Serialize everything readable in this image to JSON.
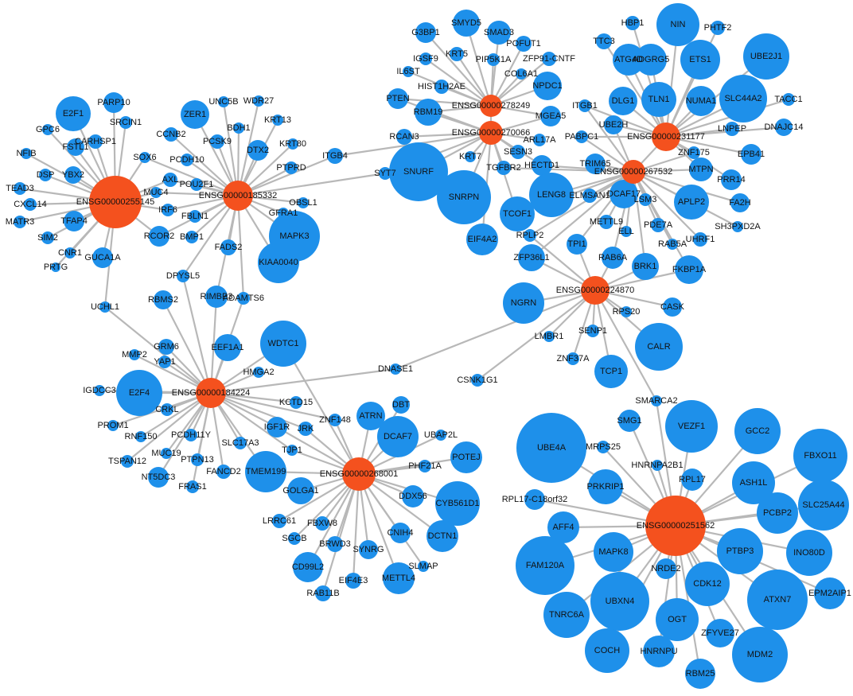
{
  "colors": {
    "gene": "#1e90ea",
    "hub": "#f4511e",
    "edge": "#b8b8b8",
    "text": "#111111"
  },
  "hubs": [
    {
      "id": "ENSG00000255145"
    },
    {
      "id": "ENSG00000185332"
    },
    {
      "id": "ENSG00000278249"
    },
    {
      "id": "ENSG00000270066"
    },
    {
      "id": "ENSG00000231177"
    },
    {
      "id": "ENSG00000267532"
    },
    {
      "id": "ENSG00000224870"
    },
    {
      "id": "ENSG00000184224"
    },
    {
      "id": "ENSG00000268001"
    },
    {
      "id": "ENSG00000251562"
    }
  ],
  "genes": [
    {
      "label": "E2F1",
      "hubs": [
        "ENSG00000255145"
      ]
    },
    {
      "label": "PARP10",
      "hubs": [
        "ENSG00000255145"
      ]
    },
    {
      "label": "SRCIN1",
      "hubs": [
        "ENSG00000255145"
      ]
    },
    {
      "label": "GPC6",
      "hubs": [
        "ENSG00000255145"
      ]
    },
    {
      "label": "FSTL1",
      "hubs": [
        "ENSG00000255145"
      ]
    },
    {
      "label": "CARHSP1",
      "hubs": [
        "ENSG00000255145"
      ]
    },
    {
      "label": "NFIB",
      "hubs": [
        "ENSG00000255145"
      ]
    },
    {
      "label": "DSP",
      "hubs": [
        "ENSG00000255145"
      ]
    },
    {
      "label": "YBX2",
      "hubs": [
        "ENSG00000255145"
      ]
    },
    {
      "label": "TEAD3",
      "hubs": [
        "ENSG00000255145"
      ]
    },
    {
      "label": "CXCL14",
      "hubs": [
        "ENSG00000255145"
      ]
    },
    {
      "label": "MATR3",
      "hubs": [
        "ENSG00000255145"
      ]
    },
    {
      "label": "TFAP4",
      "hubs": [
        "ENSG00000255145"
      ]
    },
    {
      "label": "SIM2",
      "hubs": [
        "ENSG00000255145"
      ]
    },
    {
      "label": "CNR1",
      "hubs": [
        "ENSG00000255145"
      ]
    },
    {
      "label": "PRTG",
      "hubs": [
        "ENSG00000255145"
      ]
    },
    {
      "label": "GUCA1A",
      "hubs": [
        "ENSG00000255145"
      ]
    },
    {
      "label": "UCHL1",
      "hubs": [
        "ENSG00000255145",
        "ENSG00000184224"
      ]
    },
    {
      "label": "SOX6",
      "hubs": [
        "ENSG00000255145",
        "ENSG00000185332"
      ]
    },
    {
      "label": "MUC4",
      "hubs": [
        "ENSG00000255145",
        "ENSG00000185332"
      ]
    },
    {
      "label": "AXL",
      "hubs": [
        "ENSG00000255145",
        "ENSG00000185332"
      ]
    },
    {
      "label": "IRF6",
      "hubs": [
        "ENSG00000255145",
        "ENSG00000185332"
      ]
    },
    {
      "label": "RCOR2",
      "hubs": [
        "ENSG00000255145",
        "ENSG00000185332"
      ]
    },
    {
      "label": "CCNB2",
      "hubs": [
        "ENSG00000185332"
      ]
    },
    {
      "label": "PCDH10",
      "hubs": [
        "ENSG00000185332"
      ]
    },
    {
      "label": "ZER1",
      "hubs": [
        "ENSG00000185332"
      ]
    },
    {
      "label": "UNC5B",
      "hubs": [
        "ENSG00000185332"
      ]
    },
    {
      "label": "WDR27",
      "hubs": [
        "ENSG00000185332"
      ]
    },
    {
      "label": "BDH1",
      "hubs": [
        "ENSG00000185332"
      ]
    },
    {
      "label": "KRT13",
      "hubs": [
        "ENSG00000185332"
      ]
    },
    {
      "label": "PCSK9",
      "hubs": [
        "ENSG00000185332"
      ]
    },
    {
      "label": "DTX2",
      "hubs": [
        "ENSG00000185332"
      ]
    },
    {
      "label": "KRT80",
      "hubs": [
        "ENSG00000185332"
      ]
    },
    {
      "label": "POU2F1",
      "hubs": [
        "ENSG00000185332"
      ]
    },
    {
      "label": "FBLN1",
      "hubs": [
        "ENSG00000185332"
      ]
    },
    {
      "label": "BMP1",
      "hubs": [
        "ENSG00000185332"
      ]
    },
    {
      "label": "ITGB4",
      "hubs": [
        "ENSG00000185332",
        "ENSG00000270066"
      ]
    },
    {
      "label": "SYT7",
      "hubs": [
        "ENSG00000185332",
        "ENSG00000270066"
      ]
    },
    {
      "label": "PTPRD",
      "hubs": [
        "ENSG00000185332"
      ]
    },
    {
      "label": "OBSL1",
      "hubs": [
        "ENSG00000185332"
      ]
    },
    {
      "label": "GFRA1",
      "hubs": [
        "ENSG00000185332"
      ]
    },
    {
      "label": "FADS2",
      "hubs": [
        "ENSG00000185332"
      ]
    },
    {
      "label": "MAPK3",
      "hubs": [
        "ENSG00000185332"
      ]
    },
    {
      "label": "KIAA0040",
      "hubs": [
        "ENSG00000185332"
      ]
    },
    {
      "label": "DPYSL5",
      "hubs": [
        "ENSG00000185332",
        "ENSG00000184224"
      ]
    },
    {
      "label": "RIMBP3",
      "hubs": [
        "ENSG00000185332",
        "ENSG00000184224"
      ]
    },
    {
      "label": "ADAMTS6",
      "hubs": [
        "ENSG00000185332",
        "ENSG00000184224"
      ]
    },
    {
      "label": "RBMS2",
      "hubs": [
        "ENSG00000184224"
      ]
    },
    {
      "label": "G3BP1",
      "hubs": [
        "ENSG00000278249"
      ]
    },
    {
      "label": "SMYD5",
      "hubs": [
        "ENSG00000278249"
      ]
    },
    {
      "label": "SMAD3",
      "hubs": [
        "ENSG00000278249"
      ]
    },
    {
      "label": "POFUT1",
      "hubs": [
        "ENSG00000278249"
      ]
    },
    {
      "label": "IGSF9",
      "hubs": [
        "ENSG00000278249"
      ]
    },
    {
      "label": "KRT5",
      "hubs": [
        "ENSG00000278249"
      ]
    },
    {
      "label": "PIP5K1A",
      "hubs": [
        "ENSG00000278249"
      ]
    },
    {
      "label": "ZFP91-CNTF",
      "hubs": [
        "ENSG00000278249"
      ]
    },
    {
      "label": "IL6ST",
      "hubs": [
        "ENSG00000278249"
      ]
    },
    {
      "label": "COL6A1",
      "hubs": [
        "ENSG00000278249"
      ]
    },
    {
      "label": "HIST1H2AE",
      "hubs": [
        "ENSG00000278249"
      ]
    },
    {
      "label": "NPDC1",
      "hubs": [
        "ENSG00000278249"
      ]
    },
    {
      "label": "PTEN",
      "hubs": [
        "ENSG00000278249",
        "ENSG00000270066"
      ]
    },
    {
      "label": "RBM19",
      "hubs": [
        "ENSG00000278249",
        "ENSG00000270066"
      ]
    },
    {
      "label": "MGEA5",
      "hubs": [
        "ENSG00000278249",
        "ENSG00000270066"
      ]
    },
    {
      "label": "RCAN3",
      "hubs": [
        "ENSG00000270066"
      ]
    },
    {
      "label": "ARL17A",
      "hubs": [
        "ENSG00000270066"
      ]
    },
    {
      "label": "SESN3",
      "hubs": [
        "ENSG00000270066"
      ]
    },
    {
      "label": "KRT7",
      "hubs": [
        "ENSG00000270066"
      ]
    },
    {
      "label": "SNURF",
      "hubs": [
        "ENSG00000270066"
      ]
    },
    {
      "label": "SNRPN",
      "hubs": [
        "ENSG00000270066"
      ]
    },
    {
      "label": "TGFBR2",
      "hubs": [
        "ENSG00000270066",
        "ENSG00000267532"
      ]
    },
    {
      "label": "HECTD1",
      "hubs": [
        "ENSG00000270066",
        "ENSG00000267532"
      ]
    },
    {
      "label": "TCOF1",
      "hubs": [
        "ENSG00000270066",
        "ENSG00000267532"
      ]
    },
    {
      "label": "EIF4A2",
      "hubs": [
        "ENSG00000270066"
      ]
    },
    {
      "label": "HBP1",
      "hubs": [
        "ENSG00000231177"
      ]
    },
    {
      "label": "NIN",
      "hubs": [
        "ENSG00000231177"
      ]
    },
    {
      "label": "PHTF2",
      "hubs": [
        "ENSG00000231177"
      ]
    },
    {
      "label": "TTC3",
      "hubs": [
        "ENSG00000231177"
      ]
    },
    {
      "label": "ATG4D",
      "hubs": [
        "ENSG00000231177"
      ]
    },
    {
      "label": "ADGRG5",
      "hubs": [
        "ENSG00000231177"
      ]
    },
    {
      "label": "ETS1",
      "hubs": [
        "ENSG00000231177"
      ]
    },
    {
      "label": "UBE2J1",
      "hubs": [
        "ENSG00000231177"
      ]
    },
    {
      "label": "DLG1",
      "hubs": [
        "ENSG00000231177"
      ]
    },
    {
      "label": "TLN1",
      "hubs": [
        "ENSG00000231177"
      ]
    },
    {
      "label": "NUMA1",
      "hubs": [
        "ENSG00000231177"
      ]
    },
    {
      "label": "SLC44A2",
      "hubs": [
        "ENSG00000231177"
      ]
    },
    {
      "label": "TACC1",
      "hubs": [
        "ENSG00000231177"
      ]
    },
    {
      "label": "LNPEP",
      "hubs": [
        "ENSG00000231177"
      ]
    },
    {
      "label": "DNAJC14",
      "hubs": [
        "ENSG00000231177"
      ]
    },
    {
      "label": "EPB41",
      "hubs": [
        "ENSG00000231177"
      ]
    },
    {
      "label": "ITGB1",
      "hubs": [
        "ENSG00000231177",
        "ENSG00000267532"
      ]
    },
    {
      "label": "UBE2H",
      "hubs": [
        "ENSG00000231177",
        "ENSG00000267532"
      ]
    },
    {
      "label": "PABPC1",
      "hubs": [
        "ENSG00000231177",
        "ENSG00000267532"
      ]
    },
    {
      "label": "ZNF175",
      "hubs": [
        "ENSG00000231177",
        "ENSG00000267532"
      ]
    },
    {
      "label": "MTPN",
      "hubs": [
        "ENSG00000231177",
        "ENSG00000267532"
      ]
    },
    {
      "label": "PRR14",
      "hubs": [
        "ENSG00000231177"
      ]
    },
    {
      "label": "TRIM65",
      "hubs": [
        "ENSG00000267532"
      ]
    },
    {
      "label": "LENG8",
      "hubs": [
        "ENSG00000267532"
      ]
    },
    {
      "label": "ELMSAN1",
      "hubs": [
        "ENSG00000267532"
      ]
    },
    {
      "label": "DCAF17",
      "hubs": [
        "ENSG00000267532"
      ]
    },
    {
      "label": "LSM3",
      "hubs": [
        "ENSG00000267532"
      ]
    },
    {
      "label": "APLP2",
      "hubs": [
        "ENSG00000267532"
      ]
    },
    {
      "label": "FA2H",
      "hubs": [
        "ENSG00000267532"
      ]
    },
    {
      "label": "SH3PXD2A",
      "hubs": [
        "ENSG00000267532"
      ]
    },
    {
      "label": "METTL9",
      "hubs": [
        "ENSG00000267532"
      ]
    },
    {
      "label": "ELL",
      "hubs": [
        "ENSG00000267532"
      ]
    },
    {
      "label": "PDE7A",
      "hubs": [
        "ENSG00000267532"
      ]
    },
    {
      "label": "RAB5A",
      "hubs": [
        "ENSG00000267532"
      ]
    },
    {
      "label": "UHRF1",
      "hubs": [
        "ENSG00000267532"
      ]
    },
    {
      "label": "RPLP2",
      "hubs": [
        "ENSG00000267532",
        "ENSG00000224870"
      ]
    },
    {
      "label": "TPI1",
      "hubs": [
        "ENSG00000267532",
        "ENSG00000224870"
      ]
    },
    {
      "label": "ZFP36L1",
      "hubs": [
        "ENSG00000267532",
        "ENSG00000224870"
      ]
    },
    {
      "label": "RAB6A",
      "hubs": [
        "ENSG00000267532",
        "ENSG00000224870"
      ]
    },
    {
      "label": "BRK1",
      "hubs": [
        "ENSG00000267532",
        "ENSG00000224870"
      ]
    },
    {
      "label": "FKBP1A",
      "hubs": [
        "ENSG00000267532",
        "ENSG00000224870"
      ]
    },
    {
      "label": "NGRN",
      "hubs": [
        "ENSG00000224870"
      ]
    },
    {
      "label": "RPS20",
      "hubs": [
        "ENSG00000224870"
      ]
    },
    {
      "label": "CASK",
      "hubs": [
        "ENSG00000224870"
      ]
    },
    {
      "label": "LMBR1",
      "hubs": [
        "ENSG00000224870"
      ]
    },
    {
      "label": "SENP1",
      "hubs": [
        "ENSG00000224870"
      ]
    },
    {
      "label": "ZNF37A",
      "hubs": [
        "ENSG00000224870"
      ]
    },
    {
      "label": "CALR",
      "hubs": [
        "ENSG00000224870"
      ]
    },
    {
      "label": "TCP1",
      "hubs": [
        "ENSG00000224870"
      ]
    },
    {
      "label": "CSNK1G1",
      "hubs": [
        "ENSG00000224870"
      ]
    },
    {
      "label": "SMARCA2",
      "hubs": [
        "ENSG00000224870",
        "ENSG00000251562"
      ]
    },
    {
      "label": "GRM6",
      "hubs": [
        "ENSG00000184224"
      ]
    },
    {
      "label": "EEF1A1",
      "hubs": [
        "ENSG00000184224"
      ]
    },
    {
      "label": "MMP2",
      "hubs": [
        "ENSG00000184224"
      ]
    },
    {
      "label": "YAP1",
      "hubs": [
        "ENSG00000184224"
      ]
    },
    {
      "label": "HMGA2",
      "hubs": [
        "ENSG00000184224"
      ]
    },
    {
      "label": "IGDCC3",
      "hubs": [
        "ENSG00000184224"
      ]
    },
    {
      "label": "E2F4",
      "hubs": [
        "ENSG00000184224"
      ]
    },
    {
      "label": "CRKL",
      "hubs": [
        "ENSG00000184224"
      ]
    },
    {
      "label": "PROM1",
      "hubs": [
        "ENSG00000184224"
      ]
    },
    {
      "label": "RNF150",
      "hubs": [
        "ENSG00000184224"
      ]
    },
    {
      "label": "PCDH11Y",
      "hubs": [
        "ENSG00000184224"
      ]
    },
    {
      "label": "MUC19",
      "hubs": [
        "ENSG00000184224"
      ]
    },
    {
      "label": "TSPAN12",
      "hubs": [
        "ENSG00000184224"
      ]
    },
    {
      "label": "PTPN13",
      "hubs": [
        "ENSG00000184224"
      ]
    },
    {
      "label": "NT5DC3",
      "hubs": [
        "ENSG00000184224"
      ]
    },
    {
      "label": "FRAS1",
      "hubs": [
        "ENSG00000184224"
      ]
    },
    {
      "label": "FANCD2",
      "hubs": [
        "ENSG00000184224"
      ]
    },
    {
      "label": "SLC17A3",
      "hubs": [
        "ENSG00000184224"
      ]
    },
    {
      "label": "KCTD15",
      "hubs": [
        "ENSG00000184224"
      ]
    },
    {
      "label": "WDTC1",
      "hubs": [
        "ENSG00000184224",
        "ENSG00000268001"
      ]
    },
    {
      "label": "DNASE1",
      "hubs": [
        "ENSG00000184224",
        "ENSG00000224870"
      ]
    },
    {
      "label": "IGF1R",
      "hubs": [
        "ENSG00000184224",
        "ENSG00000268001"
      ]
    },
    {
      "label": "ZNF148",
      "hubs": [
        "ENSG00000184224",
        "ENSG00000268001"
      ]
    },
    {
      "label": "JRK",
      "hubs": [
        "ENSG00000184224",
        "ENSG00000268001"
      ]
    },
    {
      "label": "TJP1",
      "hubs": [
        "ENSG00000184224",
        "ENSG00000268001"
      ]
    },
    {
      "label": "TMEM199",
      "hubs": [
        "ENSG00000184224",
        "ENSG00000268001"
      ]
    },
    {
      "label": "ATRN",
      "hubs": [
        "ENSG00000268001"
      ]
    },
    {
      "label": "DBT",
      "hubs": [
        "ENSG00000268001"
      ]
    },
    {
      "label": "DCAF7",
      "hubs": [
        "ENSG00000268001"
      ]
    },
    {
      "label": "UBAP2L",
      "hubs": [
        "ENSG00000268001"
      ]
    },
    {
      "label": "POTEJ",
      "hubs": [
        "ENSG00000268001"
      ]
    },
    {
      "label": "PHF21A",
      "hubs": [
        "ENSG00000268001"
      ]
    },
    {
      "label": "DDX56",
      "hubs": [
        "ENSG00000268001"
      ]
    },
    {
      "label": "CYB561D1",
      "hubs": [
        "ENSG00000268001"
      ]
    },
    {
      "label": "DCTN1",
      "hubs": [
        "ENSG00000268001"
      ]
    },
    {
      "label": "CNIH4",
      "hubs": [
        "ENSG00000268001"
      ]
    },
    {
      "label": "SLMAP",
      "hubs": [
        "ENSG00000268001"
      ]
    },
    {
      "label": "METTL4",
      "hubs": [
        "ENSG00000268001"
      ]
    },
    {
      "label": "SYNRG",
      "hubs": [
        "ENSG00000268001"
      ]
    },
    {
      "label": "EIF4E3",
      "hubs": [
        "ENSG00000268001"
      ]
    },
    {
      "label": "BRWD3",
      "hubs": [
        "ENSG00000268001"
      ]
    },
    {
      "label": "CD99L2",
      "hubs": [
        "ENSG00000268001"
      ]
    },
    {
      "label": "RAB11B",
      "hubs": [
        "ENSG00000268001"
      ]
    },
    {
      "label": "SGCB",
      "hubs": [
        "ENSG00000268001"
      ]
    },
    {
      "label": "FBXW8",
      "hubs": [
        "ENSG00000268001"
      ]
    },
    {
      "label": "LRRC61",
      "hubs": [
        "ENSG00000268001"
      ]
    },
    {
      "label": "GOLGA1",
      "hubs": [
        "ENSG00000268001"
      ]
    },
    {
      "label": "UBE4A",
      "hubs": [
        "ENSG00000251562"
      ]
    },
    {
      "label": "MRPS25",
      "hubs": [
        "ENSG00000251562"
      ]
    },
    {
      "label": "SMG1",
      "hubs": [
        "ENSG00000251562"
      ]
    },
    {
      "label": "VEZF1",
      "hubs": [
        "ENSG00000251562"
      ]
    },
    {
      "label": "GCC2",
      "hubs": [
        "ENSG00000251562"
      ]
    },
    {
      "label": "FBXO11",
      "hubs": [
        "ENSG00000251562"
      ]
    },
    {
      "label": "HNRNPA2B1",
      "hubs": [
        "ENSG00000251562"
      ]
    },
    {
      "label": "RPL17-C18orf32",
      "hubs": [
        "ENSG00000251562"
      ]
    },
    {
      "label": "PRKRIP1",
      "hubs": [
        "ENSG00000251562"
      ]
    },
    {
      "label": "RPL17",
      "hubs": [
        "ENSG00000251562"
      ]
    },
    {
      "label": "ASH1L",
      "hubs": [
        "ENSG00000251562"
      ]
    },
    {
      "label": "SLC25A44",
      "hubs": [
        "ENSG00000251562"
      ]
    },
    {
      "label": "PCBP2",
      "hubs": [
        "ENSG00000251562"
      ]
    },
    {
      "label": "AFF4",
      "hubs": [
        "ENSG00000251562"
      ]
    },
    {
      "label": "FAM120A",
      "hubs": [
        "ENSG00000251562"
      ]
    },
    {
      "label": "MAPK8",
      "hubs": [
        "ENSG00000251562"
      ]
    },
    {
      "label": "PTBP3",
      "hubs": [
        "ENSG00000251562"
      ]
    },
    {
      "label": "INO80D",
      "hubs": [
        "ENSG00000251562"
      ]
    },
    {
      "label": "NRDE2",
      "hubs": [
        "ENSG00000251562"
      ]
    },
    {
      "label": "CDK12",
      "hubs": [
        "ENSG00000251562"
      ]
    },
    {
      "label": "ATXN7",
      "hubs": [
        "ENSG00000251562"
      ]
    },
    {
      "label": "EPM2AIP1",
      "hubs": [
        "ENSG00000251562"
      ]
    },
    {
      "label": "UBXN4",
      "hubs": [
        "ENSG00000251562"
      ]
    },
    {
      "label": "TNRC6A",
      "hubs": [
        "ENSG00000251562"
      ]
    },
    {
      "label": "OGT",
      "hubs": [
        "ENSG00000251562"
      ]
    },
    {
      "label": "ZFYVE27",
      "hubs": [
        "ENSG00000251562"
      ]
    },
    {
      "label": "MDM2",
      "hubs": [
        "ENSG00000251562"
      ]
    },
    {
      "label": "COCH",
      "hubs": [
        "ENSG00000251562"
      ]
    },
    {
      "label": "HNRNPU",
      "hubs": [
        "ENSG00000251562"
      ]
    },
    {
      "label": "RBM25",
      "hubs": [
        "ENSG00000251562"
      ]
    }
  ]
}
